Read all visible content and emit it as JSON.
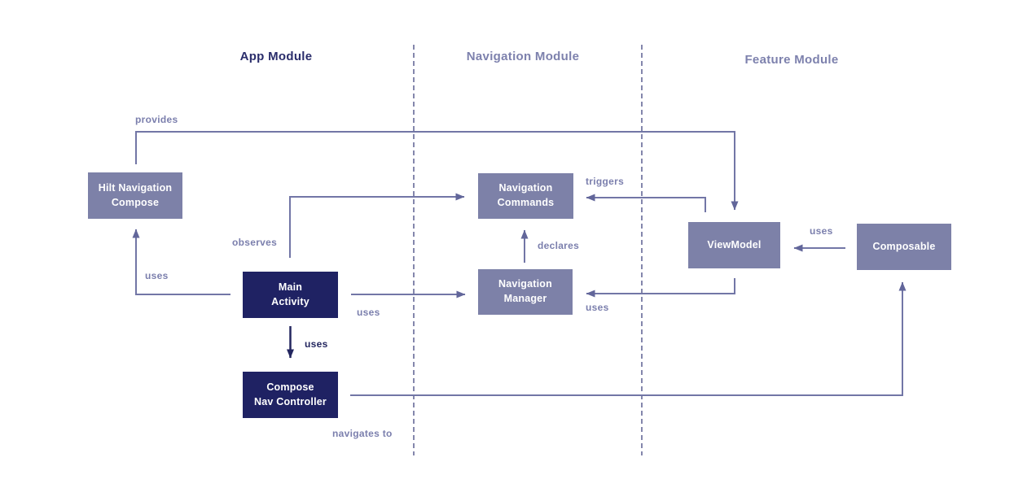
{
  "modules": [
    {
      "id": "app",
      "label": "App Module"
    },
    {
      "id": "navigation",
      "label": "Navigation Module"
    },
    {
      "id": "feature",
      "label": "Feature Module"
    }
  ],
  "nodes": [
    {
      "id": "hilt-navigation-compose",
      "module": "app",
      "variant": "purple",
      "label": "Hilt Navigation\nCompose"
    },
    {
      "id": "main-activity",
      "module": "app",
      "variant": "navy",
      "label": "Main\nActivity"
    },
    {
      "id": "compose-nav-controller",
      "module": "app",
      "variant": "navy",
      "label": "Compose\nNav Controller"
    },
    {
      "id": "navigation-commands",
      "module": "navigation",
      "variant": "purple",
      "label": "Navigation\nCommands"
    },
    {
      "id": "navigation-manager",
      "module": "navigation",
      "variant": "purple",
      "label": "Navigation\nManager"
    },
    {
      "id": "viewmodel",
      "module": "feature",
      "variant": "purple",
      "label": "ViewModel"
    },
    {
      "id": "composable",
      "module": "feature",
      "variant": "purple",
      "label": "Composable"
    }
  ],
  "edges": [
    {
      "id": "provides",
      "from": "hilt-navigation-compose",
      "to": "viewmodel",
      "label": "provides"
    },
    {
      "id": "uses-main-hilt",
      "from": "main-activity",
      "to": "hilt-navigation-compose",
      "label": "uses"
    },
    {
      "id": "observes",
      "from": "main-activity",
      "to": "navigation-commands",
      "label": "observes"
    },
    {
      "id": "uses-main-navmanager",
      "from": "main-activity",
      "to": "navigation-manager",
      "label": "uses"
    },
    {
      "id": "uses-main-composenav",
      "from": "main-activity",
      "to": "compose-nav-controller",
      "label": "uses",
      "emphasis": true
    },
    {
      "id": "navigates-to",
      "from": "compose-nav-controller",
      "to": "composable",
      "label": "navigates to"
    },
    {
      "id": "declares",
      "from": "navigation-manager",
      "to": "navigation-commands",
      "label": "declares"
    },
    {
      "id": "triggers",
      "from": "viewmodel",
      "to": "navigation-commands",
      "label": "triggers"
    },
    {
      "id": "uses-viewmodel-navmanager",
      "from": "viewmodel",
      "to": "navigation-manager",
      "label": "uses"
    },
    {
      "id": "uses-composable-viewmodel",
      "from": "composable",
      "to": "viewmodel",
      "label": "uses"
    }
  ],
  "colors": {
    "background": "#ffffff",
    "node_navy": "#1f2263",
    "node_purple": "#7d81a8",
    "node_text": "#ffffff",
    "connector": "#7276a6",
    "connector_emphasis": "#23265f",
    "edge_label": "#7b7fad",
    "module_title_app": "#2a2d6b",
    "module_title_muted": "#7d81ad",
    "separator": "#8487ac"
  }
}
